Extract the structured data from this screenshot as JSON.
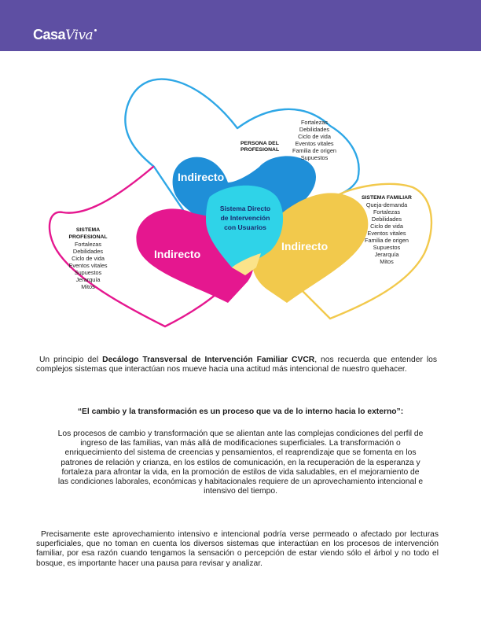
{
  "header": {
    "logo_part1": "Casa",
    "logo_part2": "Viva",
    "brand_color": "#5e4fa3"
  },
  "diagram": {
    "persona": {
      "title_line1": "PERSONA DEL",
      "title_line2": "PROFESIONAL",
      "items": [
        "Fortalezas",
        "Debilidades",
        "Ciclo de vida",
        "Eventos vitales",
        "Familia de origen",
        "Supuestos"
      ]
    },
    "familiar": {
      "title": "SISTEMA FAMILIAR",
      "items": [
        "Queja-demanda",
        "Fortalezas",
        "Debilidades",
        "Ciclo de vida",
        "Eventos vitales",
        "Familia de origen",
        "Supuestos",
        "Jerarquía",
        "Mitos"
      ]
    },
    "profesional": {
      "title_line1": "SISTEMA",
      "title_line2": "PROFESIONAL",
      "items": [
        "Fortalezas",
        "Debilidades",
        "Ciclo de vida",
        "Eventos vitales",
        "Supuestos",
        "Jerarquía",
        "Mitos"
      ]
    },
    "indirecto_blue": "Indirecto",
    "indirecto_pink": "Indirecto",
    "indirecto_yellow": "Indirecto",
    "center_line1": "Sistema Directo",
    "center_line2": "de Intervención",
    "center_line3": "con Usuarios",
    "colors": {
      "blue": "#1f8fd8",
      "pink": "#e5178f",
      "yellow": "#f2c94c",
      "cyan": "#2fd3e8"
    }
  },
  "text": {
    "p1_before": "Un principio del ",
    "p1_bold": "Decálogo Transversal de Intervención Familiar CVCR",
    "p1_after": ", nos recuerda que entender los complejos sistemas que interactúan nos mueve hacia una actitud más intencional de nuestro quehacer.",
    "quote": "“El cambio y la transformación es un proceso que va de lo interno hacia lo externo”:",
    "p2": "Los procesos de cambio y transformación que se alientan ante las complejas condiciones del perfil de ingreso de las familias, van más allá de modificaciones superficiales. La transformación o enriquecimiento del sistema de creencias y pensamientos, el reaprendizaje que se fomenta en los patrones de relación y crianza, en los estilos de comunicación, en la recuperación de la esperanza y fortaleza para afrontar la vida, en la promoción de estilos de vida saludables, en el mejoramiento de las condiciones laborales, económicas y habitacionales requiere de un aprovechamiento intencional e intensivo del tiempo.",
    "p3": "Precisamente este aprovechamiento intensivo e intencional podría verse permeado o afectado por lecturas superficiales, que no toman en cuenta los diversos sistemas que interactúan en los procesos de intervención familiar, por esa razón cuando tengamos la sensación o percepción de estar viendo sólo el árbol y no todo el bosque, es importante hacer una pausa para revisar y analizar."
  }
}
